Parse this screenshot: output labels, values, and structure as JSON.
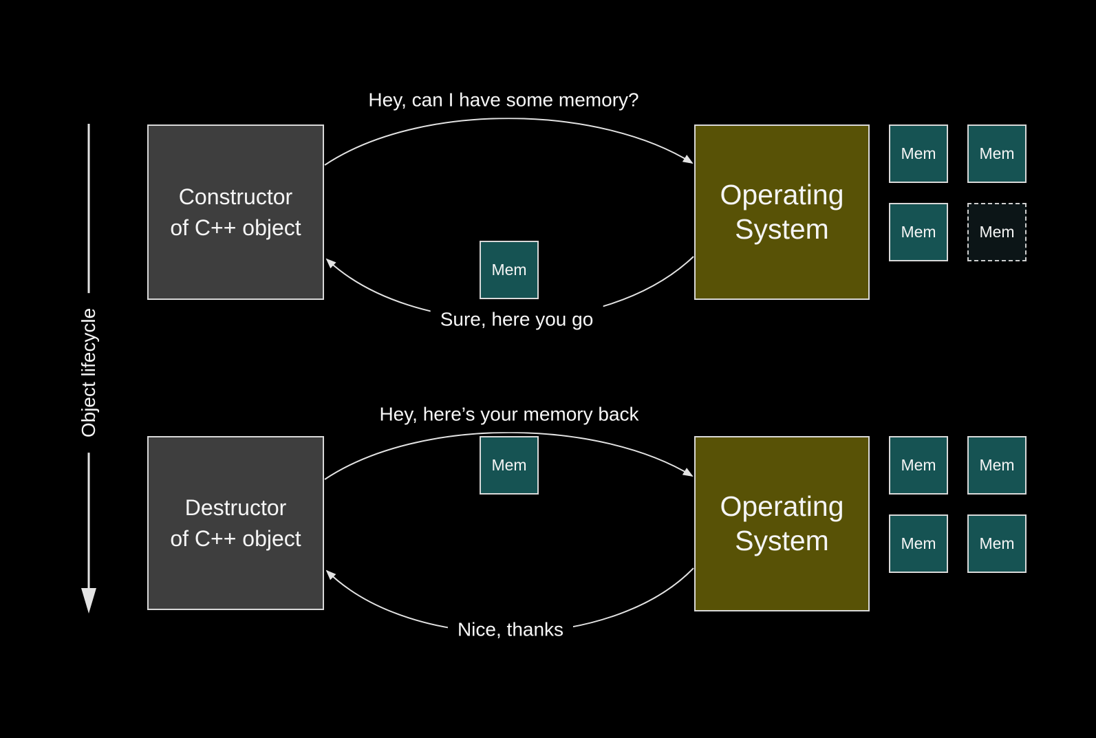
{
  "diagram": {
    "axis": {
      "label": "Object lifecycle"
    },
    "colors": {
      "bg": "#000000",
      "actor_box": "#3e3e3e",
      "os_box": "#585206",
      "mem_box": "#165353",
      "mem_freed": "#0c1517",
      "border": "#d9d9d9",
      "line": "#e3e3e3",
      "text": "#f5f5f5"
    },
    "top_flow": {
      "actor": {
        "line1": "Constructor",
        "line2": "of C++ object"
      },
      "os": {
        "line1": "Operating",
        "line2": "System"
      },
      "request_label": "Hey, can I have some memory?",
      "response_label": "Sure, here you go",
      "transfer_mem": {
        "label": "Mem"
      },
      "mem_grid": [
        {
          "label": "Mem",
          "state": "owned"
        },
        {
          "label": "Mem",
          "state": "owned"
        },
        {
          "label": "Mem",
          "state": "owned"
        },
        {
          "label": "Mem",
          "state": "handed-out"
        }
      ]
    },
    "bottom_flow": {
      "actor": {
        "line1": "Destructor",
        "line2": "of C++ object"
      },
      "os": {
        "line1": "Operating",
        "line2": "System"
      },
      "request_label": "Hey, here’s your memory back",
      "response_label": "Nice, thanks",
      "transfer_mem": {
        "label": "Mem"
      },
      "mem_grid": [
        {
          "label": "Mem",
          "state": "owned"
        },
        {
          "label": "Mem",
          "state": "owned"
        },
        {
          "label": "Mem",
          "state": "owned"
        },
        {
          "label": "Mem",
          "state": "owned"
        }
      ]
    }
  }
}
